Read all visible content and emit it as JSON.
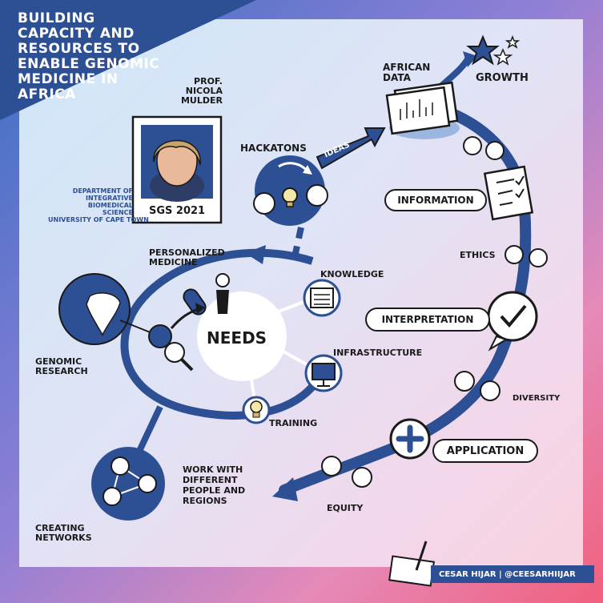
{
  "title_lines": [
    "BUILDING",
    "CAPACITY AND",
    "RESOURCES TO",
    "ENABLE GENOMIC",
    "MEDICINE IN",
    "AFRICA"
  ],
  "speaker": {
    "title": "PROF.",
    "first_name": "NICOLA",
    "last_name": "MULDER"
  },
  "event_label": "SGS 2021",
  "affiliation_lines": [
    "DEPARTMENT OF",
    "INTEGRATIVE",
    "BIOMEDICAL",
    "SCIENCE",
    "UNIVERSITY OF CAPE TOWN"
  ],
  "labels": {
    "african_data_1": "AFRICAN",
    "african_data_2": "DATA",
    "growth": "GROWTH",
    "hackatons": "HACKATONS",
    "ideas": "iDEAS",
    "information": "iNFORMATiON",
    "ethics": "ETHiCS",
    "interpretation": "iNTERPRETATiON",
    "diversity": "DiVERSiTY",
    "application": "APPLiCATiON",
    "equity": "EQUiTY",
    "personalized_1": "PERSONALiZED",
    "personalized_2": "MEDiCiNE",
    "knowledge": "KNOWLEDGE",
    "needs": "NEEDS",
    "infrastructure": "iNFRASTRUCTURE",
    "training": "TRAiNiNG",
    "genomic_1": "GENOMiC",
    "genomic_2": "RESEARCH",
    "work_1": "WORK WiTH",
    "work_2": "DiFFERENT",
    "work_3": "PEOPLE AND",
    "work_4": "REGiONS",
    "networks_1": "CREATiNG",
    "networks_2": "NETWORKS"
  },
  "footer": {
    "credit": "CESAR HIJAR | @CEESARHIIJAR"
  },
  "colors": {
    "navy": "#2d4f94",
    "ink": "#1a1a1a",
    "white": "#ffffff"
  }
}
